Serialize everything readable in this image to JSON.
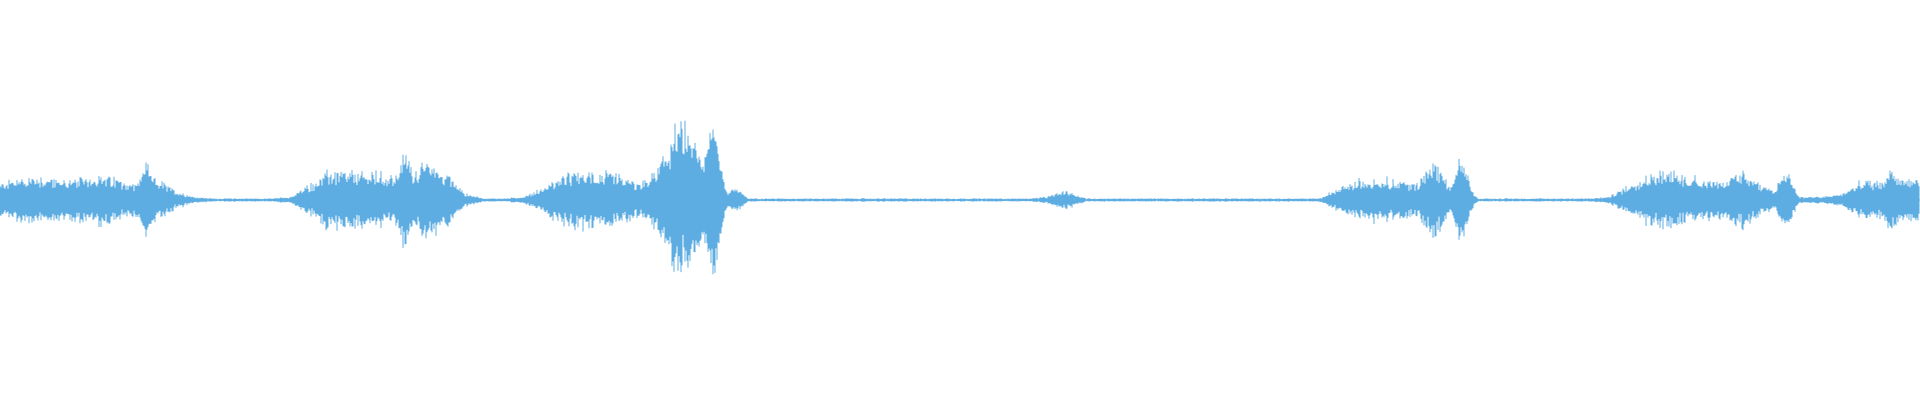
{
  "waveform": {
    "color": "#5dade2",
    "background": "#ffffff",
    "amplitude_max": 1.0,
    "amplitude_envelope": [
      0.1,
      0.14,
      0.15,
      0.13,
      0.13,
      0.16,
      0.13,
      0.1,
      0.14,
      0.06,
      0.02,
      0.01,
      0.01,
      0.01,
      0.01,
      0.02,
      0.1,
      0.18,
      0.17,
      0.17,
      0.16,
      0.15,
      0.23,
      0.18,
      0.04,
      0.01,
      0.01,
      0.02,
      0.08,
      0.15,
      0.18,
      0.17,
      0.15,
      0.1,
      0.21,
      0.5,
      0.32,
      0.08,
      0.01,
      0.01,
      0.01,
      0.01,
      0.01,
      0.01,
      0.01,
      0.01,
      0.01,
      0.01,
      0.01,
      0.01,
      0.01,
      0.01,
      0.01,
      0.01,
      0.02,
      0.06,
      0.01,
      0.01,
      0.01,
      0.01,
      0.01,
      0.01,
      0.01,
      0.01,
      0.01,
      0.01,
      0.01,
      0.01,
      0.01,
      0.07,
      0.12,
      0.14,
      0.12,
      0.11,
      0.24,
      0.04,
      0.01,
      0.01,
      0.01,
      0.01,
      0.01,
      0.01,
      0.01,
      0.02,
      0.1,
      0.16,
      0.18,
      0.15,
      0.13,
      0.12,
      0.18,
      0.08,
      0.02,
      0.02,
      0.02,
      0.04,
      0.12,
      0.12,
      0.14,
      0.14
    ],
    "peaks": [
      {
        "position": 0.076,
        "amplitude": 0.21
      },
      {
        "position": 0.211,
        "amplitude": 0.28
      },
      {
        "position": 0.222,
        "amplitude": 0.23
      },
      {
        "position": 0.347,
        "amplitude": 0.21
      },
      {
        "position": 0.359,
        "amplitude": 0.34
      },
      {
        "position": 0.371,
        "amplitude": 0.5
      },
      {
        "position": 0.383,
        "amplitude": 0.07
      },
      {
        "position": 0.761,
        "amplitude": 0.24
      },
      {
        "position": 0.93,
        "amplitude": 0.18
      },
      {
        "position": 0.985,
        "amplitude": 0.18
      }
    ]
  }
}
